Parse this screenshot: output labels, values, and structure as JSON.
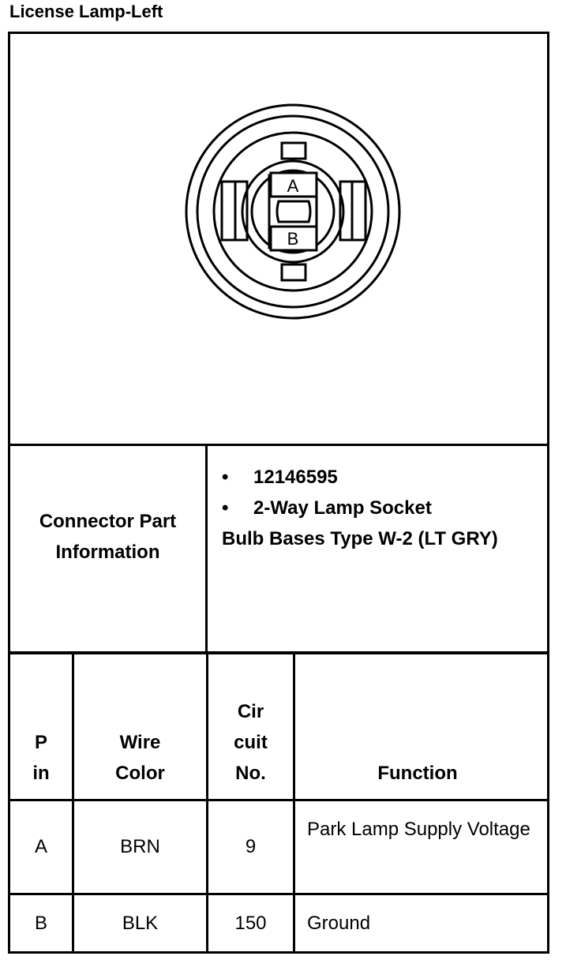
{
  "title": "License Lamp-Left",
  "connector": {
    "pin_labels": [
      "A",
      "B"
    ]
  },
  "part_info": {
    "label": "Connector Part Information",
    "bullets": [
      "12146595",
      "2-Way Lamp Socket"
    ],
    "description": "Bulb Bases Type W-2 (LT GRY)"
  },
  "table": {
    "headers": {
      "pin": "P in",
      "wire_color": "Wire Color",
      "circuit": "Cir cuit No.",
      "function": "Function"
    },
    "rows": [
      {
        "pin": "A",
        "wire_color": "BRN",
        "circuit": "9",
        "function": "Park Lamp Supply Voltage"
      },
      {
        "pin": "B",
        "wire_color": "BLK",
        "circuit": "150",
        "function": "Ground"
      }
    ]
  }
}
